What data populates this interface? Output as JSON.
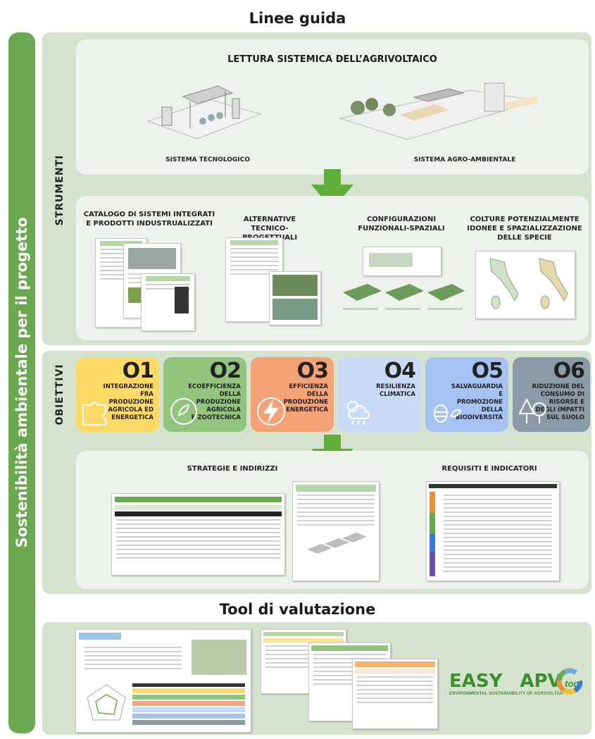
{
  "header": {
    "title": "Linee guida"
  },
  "sidebar": {
    "label": "Sostenibilità ambientale per il progetto"
  },
  "strumenti": {
    "label": "STRUMENTI",
    "lettura": {
      "title": "LETTURA SISTEMICA DELL’AGRIVOLTAICO",
      "left_caption": "SISTEMA TECNOLOGICO",
      "right_caption": "SISTEMA AGRO-AMBIENTALE"
    },
    "cards": [
      {
        "title": "CATALOGO DI SISTEMI INTEGRATI\nE PRODOTTI INDUSTRUALIZZATI"
      },
      {
        "title": "ALTERNATIVE\nTECNICO-PROGETTUALI"
      },
      {
        "title": "CONFIGURAZIONI\nFUNZIONALI-SPAZIALI"
      },
      {
        "title": "COLTURE POTENZIALMENTE\nIDONEE E SPAZIALIZZAZIONE\nDELLE SPECIE"
      }
    ]
  },
  "obiettivi": {
    "label": "OBIETTIVI",
    "items": [
      {
        "code": "O1",
        "text": "INTEGRAZIONE\nFRA\nPRODUZIONE\nAGRICOLA ED\nENERGETICA",
        "color": "#ffd966",
        "icon": "puzzle-icon"
      },
      {
        "code": "O2",
        "text": "ECOEFFICIENZA\nDELLA\nPRODUZIONE\nAGRICOLA\nE ZOOTECNICA",
        "color": "#93c47d",
        "icon": "leaf-cycle-icon"
      },
      {
        "code": "O3",
        "text": "EFFICIENZA\nDELLA\nPRODUZIONE\nENERGETICA",
        "color": "#f4a276",
        "icon": "lightning-icon"
      },
      {
        "code": "O4",
        "text": "RESILIENZA\nCLIMATICA",
        "color": "#c9daf8",
        "icon": "weather-icon"
      },
      {
        "code": "O5",
        "text": "SALVAGUARDIA E\nPROMOZIONE\nDELLA\nBIODIVERSITÀ",
        "color": "#a4c2f4",
        "icon": "bee-bird-icon"
      },
      {
        "code": "O6",
        "text": "RIDUZIONE DEL\nCONSUMO DI\nRISORSE E\nDEGLI IMPATTI\nSUL SUOLO",
        "color": "#8a9aa6",
        "icon": "tree-icon"
      }
    ],
    "strategie_title": "STRATEGIE E INDIRIZZI",
    "requisiti_title": "REQUISITI E INDICATORI"
  },
  "tool": {
    "title": "Tool di valutazione",
    "brand_left": "EASY",
    "brand_right": "APV",
    "brand_suffix": "tool",
    "brand_tagline": "ENVIRONMENTAL SUSTAINABILITY OF AGRIVOLTAIC"
  },
  "colors": {
    "green": "#6aa84f",
    "arrow": "#5fae3a",
    "band": "#d5e3ce",
    "panel": "#eef2ec"
  }
}
